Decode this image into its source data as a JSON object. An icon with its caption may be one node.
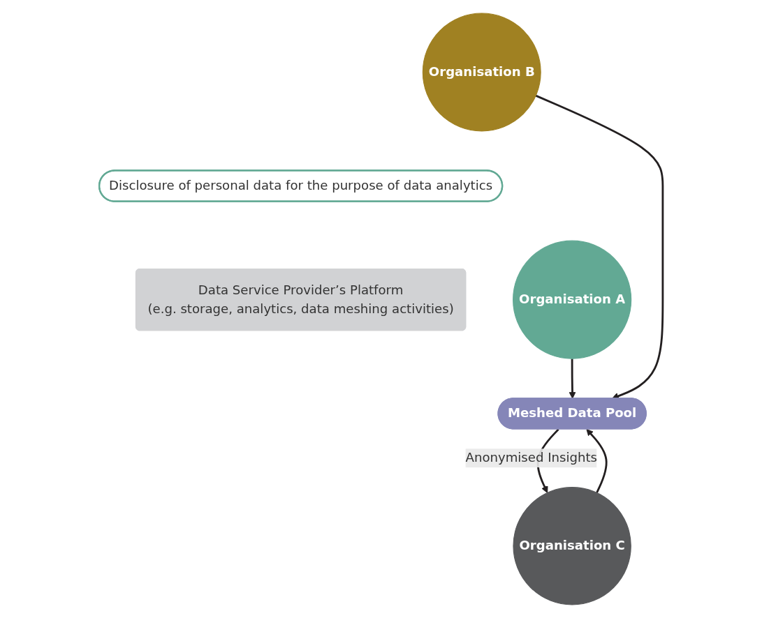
{
  "diagram": {
    "nodes": [
      {
        "text": [
          "Organisation A"
        ]
      },
      {
        "text": [
          "Organisation B"
        ]
      },
      {
        "text": [
          "Organisation C"
        ]
      },
      {
        "text": [
          "Disclosure of personal data for the purpose of data analytics"
        ]
      },
      {
        "text": [
          "Data Service Provider’s Platform",
          "(e.g. storage, analytics, data meshing activities)"
        ]
      },
      {
        "text": [
          "Meshed Data Pool"
        ]
      }
    ],
    "edges": [
      {
        "from": 0,
        "to": 5,
        "arrow": "to"
      },
      {
        "from": 1,
        "to": 5,
        "arrow": "to"
      },
      {
        "from": 2,
        "to": 5,
        "arrow": "to"
      },
      {
        "from": 5,
        "to": 2,
        "arrow": "to",
        "label": "Anonymised Insights"
      }
    ]
  }
}
